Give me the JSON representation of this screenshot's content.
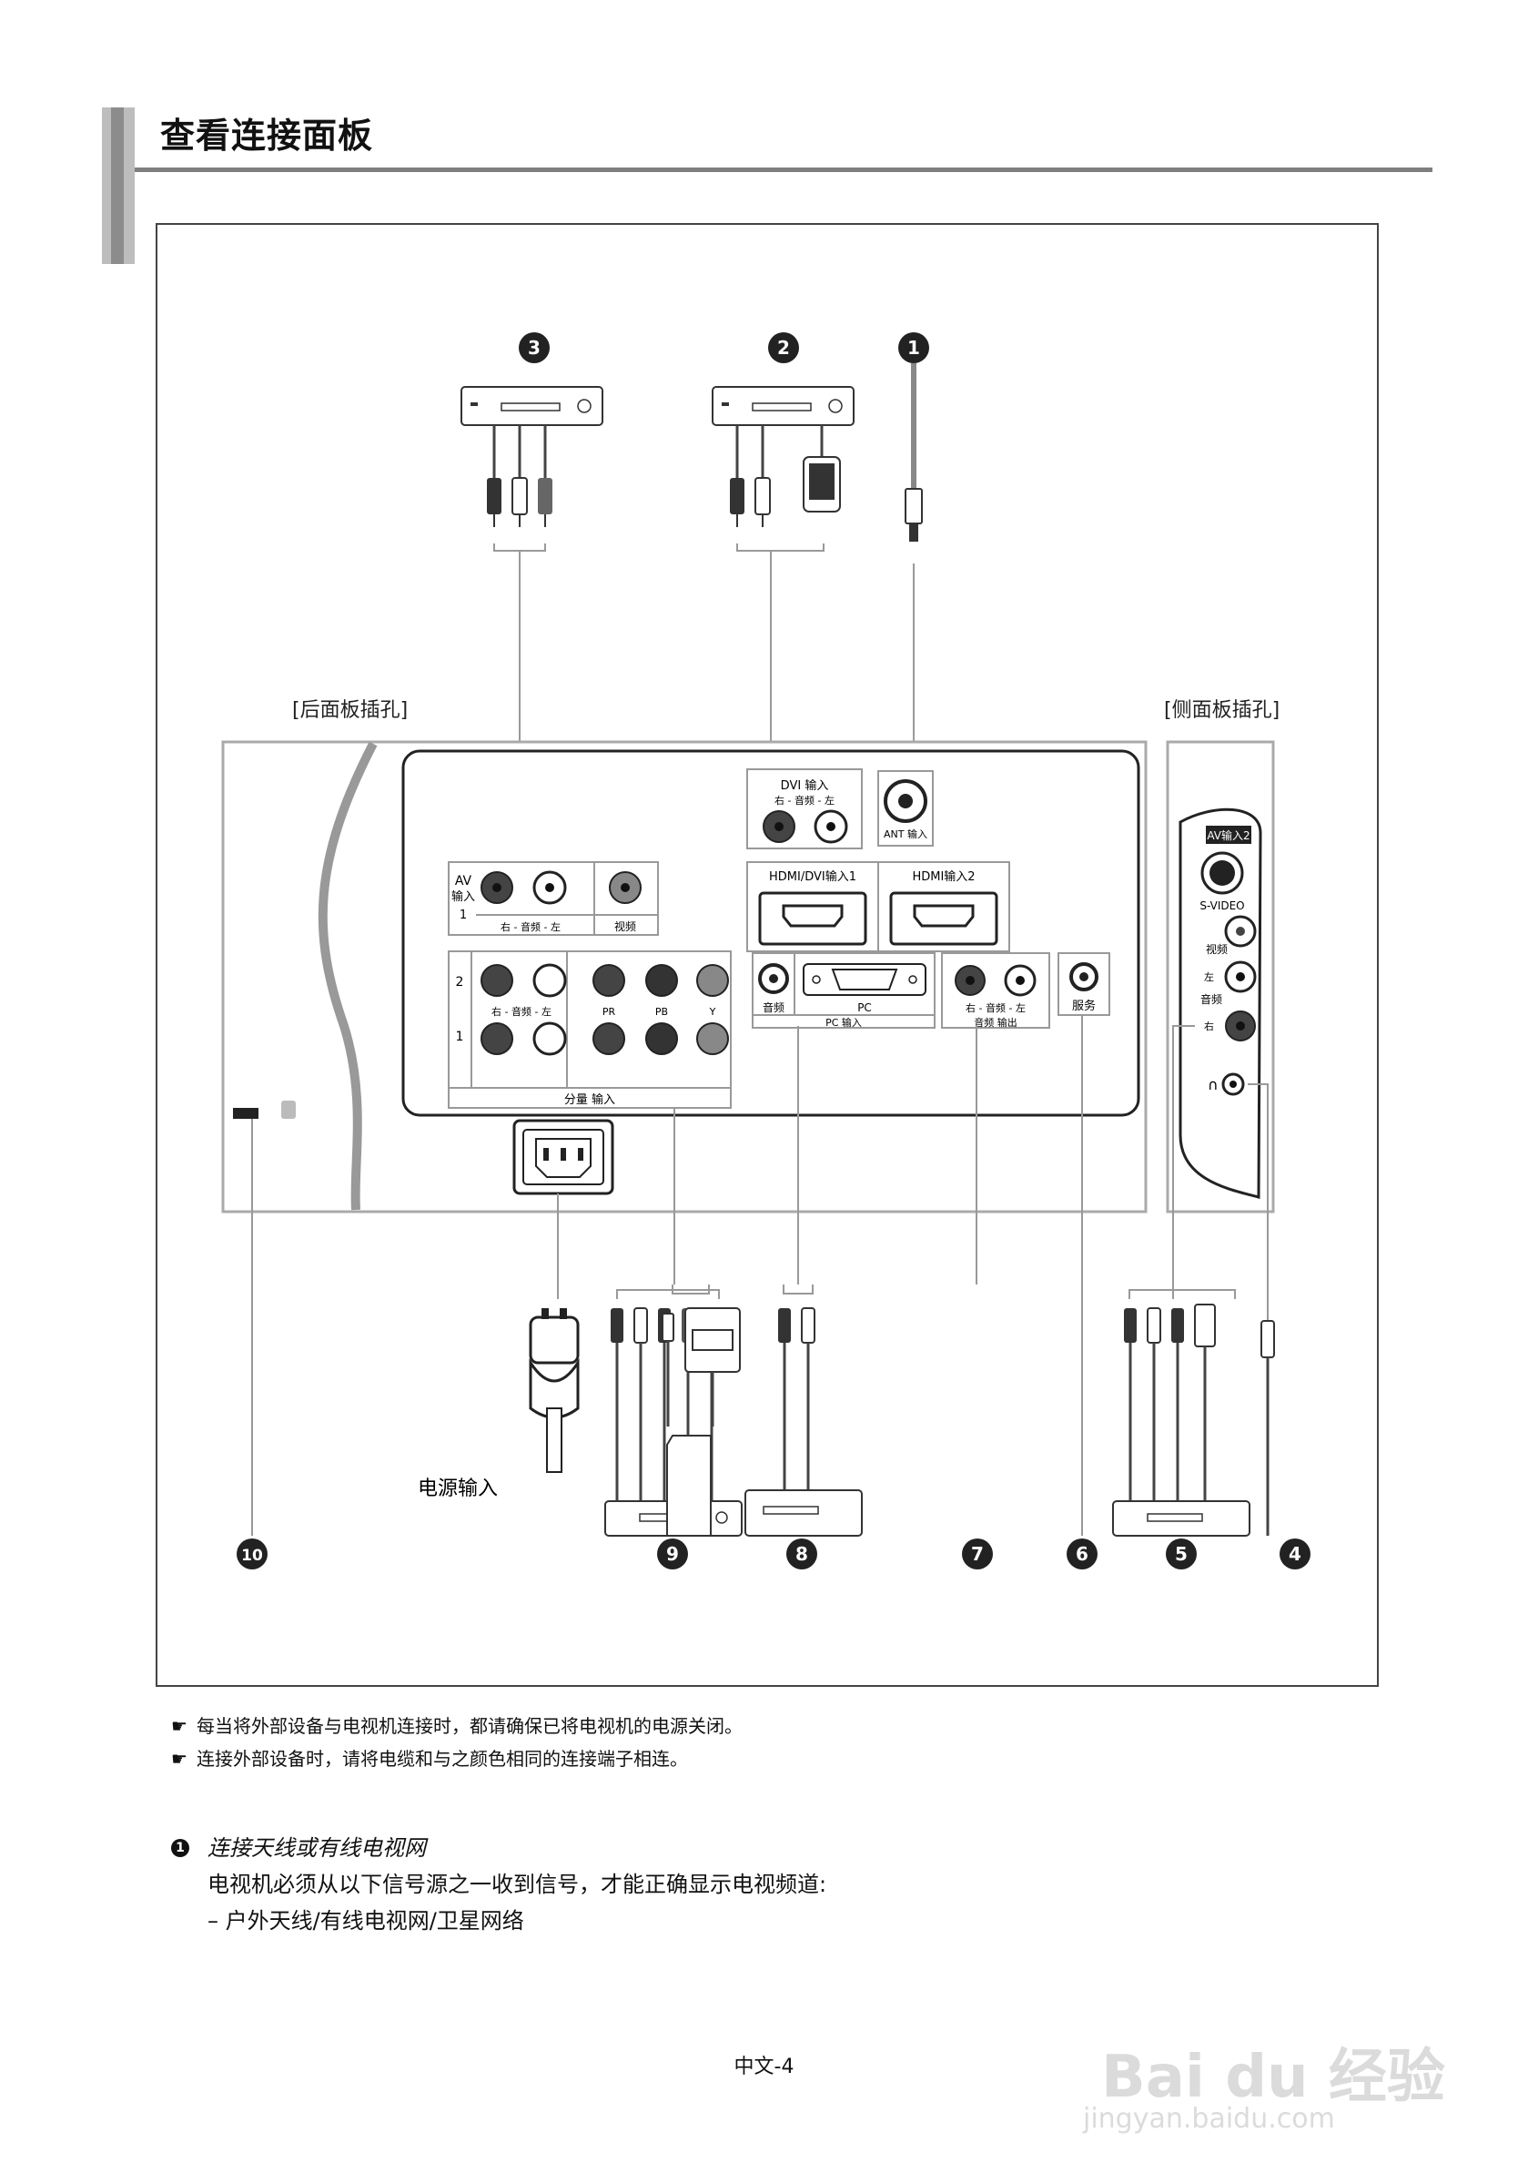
{
  "page": {
    "title": "查看连接面板",
    "footer": "中文-4"
  },
  "diagram": {
    "rear_panel_label": "[后面板插孔]",
    "side_panel_label": "[侧面板插孔]",
    "power_label": "电源输入",
    "callouts": [
      "❶",
      "❷",
      "❸",
      "❹",
      "❺",
      "❻",
      "❼",
      "❽",
      "❾",
      "❿"
    ],
    "rear": {
      "dvi_in": "DVI 输入",
      "audio_rl": "右 - 音频 - 左",
      "ant_in": "ANT 输入",
      "hdmi1": "HDMI/DVI输入1",
      "hdmi2": "HDMI输入2",
      "av_in": "AV",
      "av_in2": "输入",
      "av_num": "1",
      "video": "视频",
      "row2": "2",
      "row1": "1",
      "pr": "PR",
      "pb": "PB",
      "y": "Y",
      "component_in": "分量 输入",
      "audio": "音频",
      "pc": "PC",
      "pc_in": "PC 输入",
      "audio_out": "音频 输出",
      "service": "服务"
    },
    "side": {
      "av_in2": "AV输入2",
      "svideo": "S-VIDEO",
      "video": "视频",
      "audio": "音频",
      "left": "左",
      "right": "右"
    }
  },
  "notes": [
    "每当将外部设备与电视机连接时，都请确保已将电视机的电源关闭。",
    "连接外部设备时，请将电缆和与之颜色相同的连接端子相连。"
  ],
  "section1": {
    "number": "1",
    "heading": "连接天线或有线电视网",
    "line1": "电视机必须从以下信号源之一收到信号，才能正确显示电视频道:",
    "line2": "– 户外天线/有线电视网/卫星网络"
  },
  "watermark": {
    "brand": "Bai du 经验",
    "url": "jingyan.baidu.com"
  }
}
